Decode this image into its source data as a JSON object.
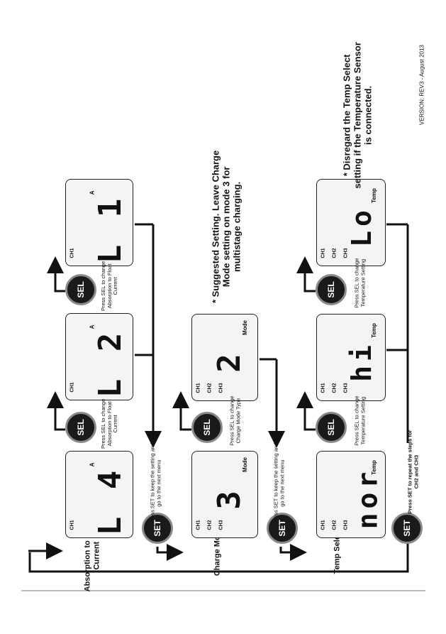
{
  "sections": [
    {
      "label": "Absorption to Float Current"
    },
    {
      "label": "Charge Mode"
    },
    {
      "label": "Temp Select"
    }
  ],
  "channels": [
    "CH1",
    "CH2",
    "CH3"
  ],
  "row1": {
    "set_note": "Press SET to keep the setting and go to the next menu",
    "displays": [
      {
        "text": "L 4",
        "unit": "A"
      },
      {
        "text": "L 2",
        "unit": "A"
      },
      {
        "text": "L 1",
        "unit": "A"
      }
    ],
    "sel_notes": [
      "Press SEL to change Absorption to Float Current",
      "Press SEL to change Absorption to Float Current"
    ]
  },
  "row2": {
    "set_note": "Press SET to keep the setting and go to the next menu",
    "displays": [
      {
        "text": "3",
        "unit": "Mode"
      },
      {
        "text": "2",
        "unit": "Mode"
      }
    ],
    "sel_note": "Press SEL to change Charge Mode Type",
    "suggested": "* Suggested Setting. Leave Charge Mode setting on mode 3 for multistage charging."
  },
  "row3": {
    "set_note": "Press SET to repeat the steps for CH2 and CH3",
    "displays": [
      {
        "text": "nor",
        "unit": "Temp"
      },
      {
        "text": "hi",
        "unit": "Temp"
      },
      {
        "text": "Lo",
        "unit": "Temp"
      }
    ],
    "sel_notes": [
      "Press SEL to change Temperature Setting",
      "Press SEL to change Temperature Setting"
    ]
  },
  "buttons": {
    "sel": "SEL",
    "set": "SET"
  },
  "disregard": "* Disregard the Temp Select setting if the Temperature Sensor is connected.",
  "version": "VERSION: REV3 - August 2013"
}
